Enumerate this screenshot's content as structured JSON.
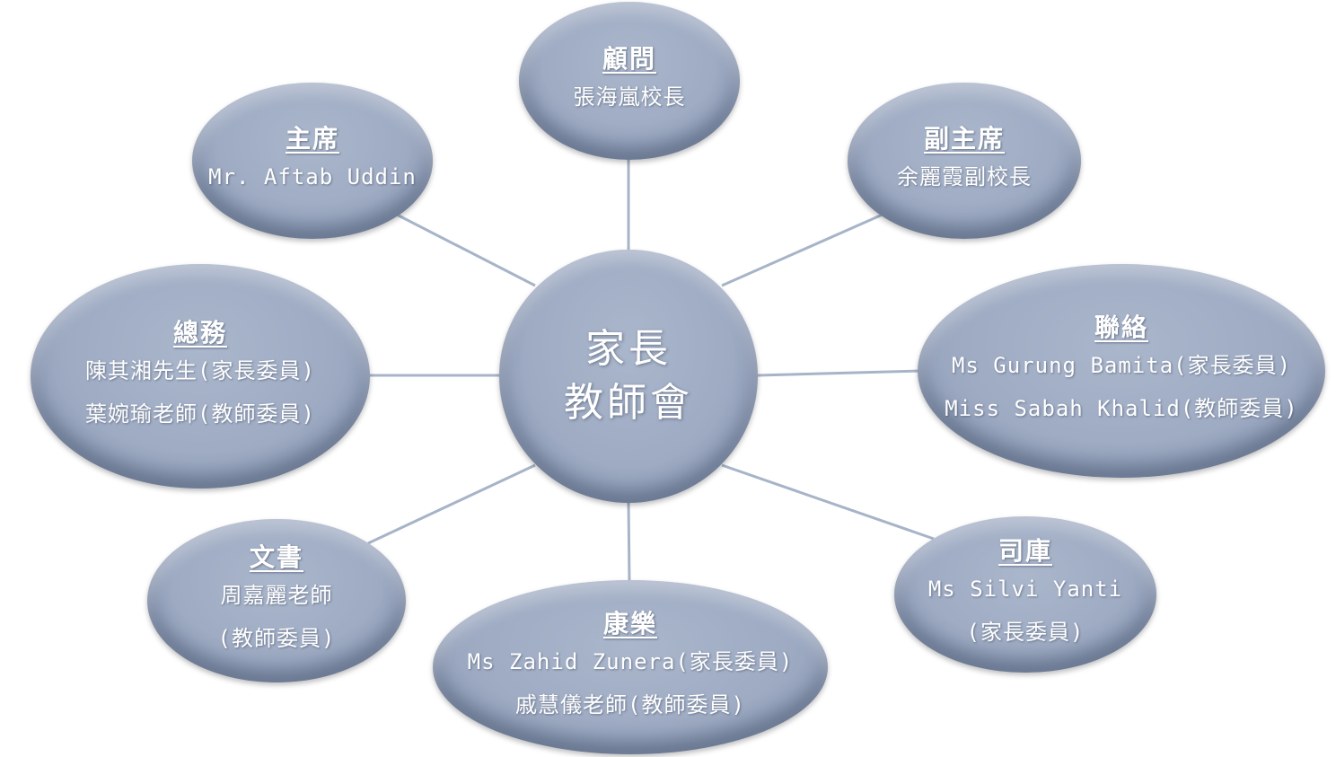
{
  "center": {
    "line1": "家長",
    "line2": "教師會"
  },
  "nodes": {
    "advisor": {
      "title": "顧問",
      "lines": [
        "張海嵐校長"
      ]
    },
    "chair": {
      "title": "主席",
      "lines": [
        "Mr. Aftab Uddin"
      ]
    },
    "vice": {
      "title": "副主席",
      "lines": [
        "余麗霞副校長"
      ]
    },
    "general": {
      "title": "總務",
      "lines": [
        "陳其湘先生(家長委員)",
        "葉婉瑜老師(教師委員)"
      ]
    },
    "liaison": {
      "title": "聯絡",
      "lines": [
        "Ms Gurung Bamita(家長委員)",
        "Miss Sabah Khalid(教師委員)"
      ]
    },
    "secretary": {
      "title": "文書",
      "lines": [
        "周嘉麗老師",
        "(教師委員)"
      ]
    },
    "treasurer": {
      "title": "司庫",
      "lines": [
        "Ms Silvi Yanti",
        "(家長委員)"
      ]
    },
    "recreation": {
      "title": "康樂",
      "lines": [
        "Ms Zahid Zunera(家長委員)",
        "戚慧儀老師(教師委員)"
      ]
    }
  },
  "colors": {
    "bubble": "#9eabc3",
    "connector": "#a7b4c8",
    "text": "#ffffff"
  }
}
